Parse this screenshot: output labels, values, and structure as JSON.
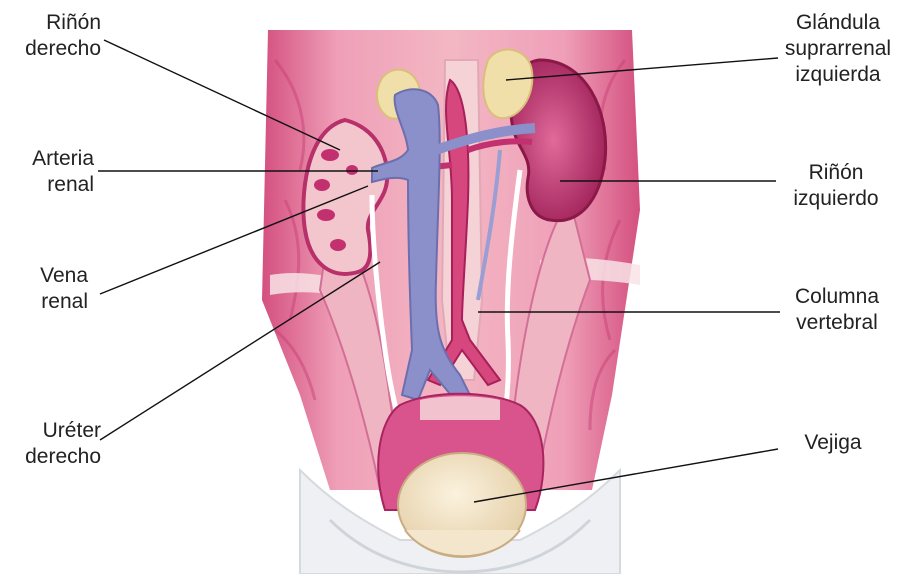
{
  "labels": {
    "rinon_derecho": [
      "Riñón",
      "derecho"
    ],
    "arteria_renal": [
      "Arteria",
      "renal"
    ],
    "vena_renal": [
      "Vena",
      "renal"
    ],
    "ureter_derecho": [
      "Uréter",
      "derecho"
    ],
    "glandula_suprarrenal": [
      "Glándula",
      "suprarrenal",
      "izquierda"
    ],
    "rinon_izquierdo": [
      "Riñón",
      "izquierdo"
    ],
    "columna_vertebral": [
      "Columna",
      "vertebral"
    ],
    "vejiga": [
      "Vejiga"
    ]
  },
  "colors": {
    "muscle": "#e989ac",
    "muscle_dark": "#c2306f",
    "muscle_light": "#f6c7cf",
    "kidney": "#b8306a",
    "vein": "#8b8fca",
    "aorta": "#d6477d",
    "adrenal": "#f1dfa9",
    "bladder": "#f2e1c0",
    "pelvis_bone": "#eceff2",
    "leader_line": "#111111"
  }
}
